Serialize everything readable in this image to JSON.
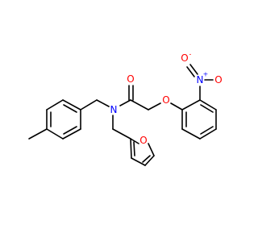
{
  "atom_labels": {
    "n_amide": "N",
    "o_carbonyl": "O",
    "o_ether": "O",
    "n_nitro": "N",
    "n_nitro_charge": "+",
    "o_nitro_top": "O",
    "o_nitro_top_charge": "-",
    "o_nitro_right": "O",
    "o_furan": "O"
  },
  "colors": {
    "bond": "#000000",
    "oxygen": "#ff0000",
    "nitrogen": "#0000ff",
    "background": "#ffffff"
  }
}
